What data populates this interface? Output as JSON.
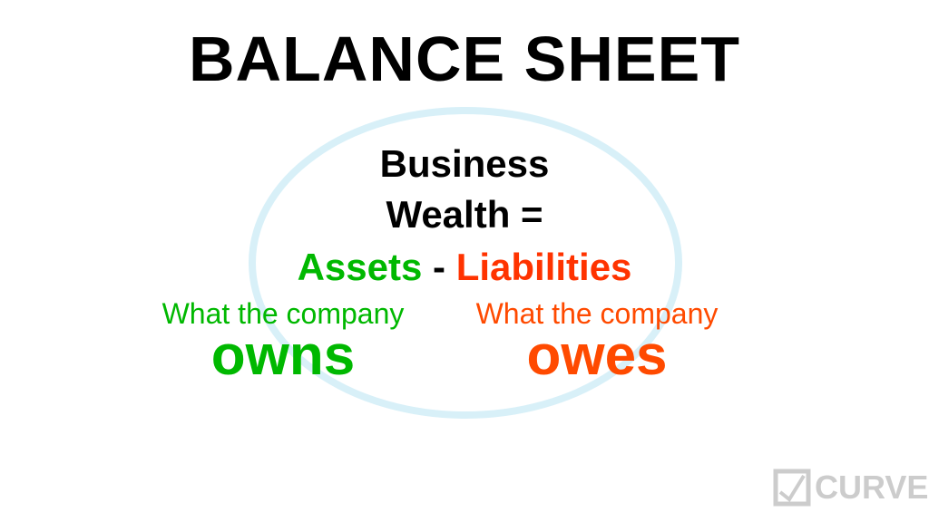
{
  "title": "BALANCE SHEET",
  "equation": {
    "line1": "Business",
    "line2": "Wealth =",
    "assets": "Assets",
    "minus": "-",
    "liabilities": "Liabilities"
  },
  "assets_label": {
    "prefix": "What the company",
    "word": "owns"
  },
  "liabilities_label": {
    "prefix": "What the company",
    "word": "owes"
  },
  "logo": {
    "text": "CURVE"
  },
  "colors": {
    "assets": "#00b800",
    "liabilities": "#ff4a00",
    "ellipse": "#d8f0f8",
    "logo": "#cccccc"
  }
}
